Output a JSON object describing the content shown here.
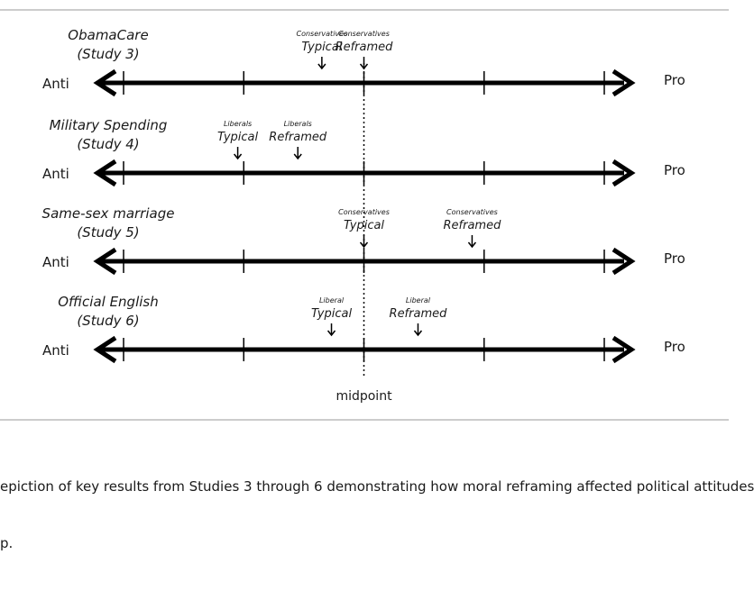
{
  "scale_labels": {
    "left": "Anti",
    "right": "Pro"
  },
  "midpoint_label": "midpoint",
  "studies": [
    {
      "title_line1": "ObamaCare",
      "title_line2": "(Study 3)",
      "markers": [
        {
          "group": "Conservatives",
          "condition": "Typical",
          "value": -0.35
        },
        {
          "group": "Conservatives",
          "condition": "Reframed",
          "value": 0.0
        }
      ]
    },
    {
      "title_line1": "Military Spending",
      "title_line2": "(Study 4)",
      "markers": [
        {
          "group": "Liberals",
          "condition": "Typical",
          "value": -1.05
        },
        {
          "group": "Liberals",
          "condition": "Reframed",
          "value": -0.55
        }
      ]
    },
    {
      "title_line1": "Same-sex marriage",
      "title_line2": "(Study 5)",
      "markers": [
        {
          "group": "Conservatives",
          "condition": "Typical",
          "value": 0.0
        },
        {
          "group": "Conservatives",
          "condition": "Reframed",
          "value": 0.9
        }
      ]
    },
    {
      "title_line1": "Official English",
      "title_line2": "(Study 6)",
      "markers": [
        {
          "group": "Liberal",
          "condition": "Typical",
          "value": -0.27
        },
        {
          "group": "Liberal",
          "condition": "Reframed",
          "value": 0.45
        }
      ]
    }
  ],
  "scale": {
    "min": -2,
    "max": 2,
    "ticks": [
      -2,
      -1,
      0,
      1,
      2
    ]
  },
  "caption_line1": "epiction of key results from Studies 3 through 6 demonstrating how moral reframing affected political attitudes",
  "caption_line2": "p.",
  "colors": {
    "line": "#000000",
    "text": "#1a1a1a",
    "rule": "#999999"
  }
}
